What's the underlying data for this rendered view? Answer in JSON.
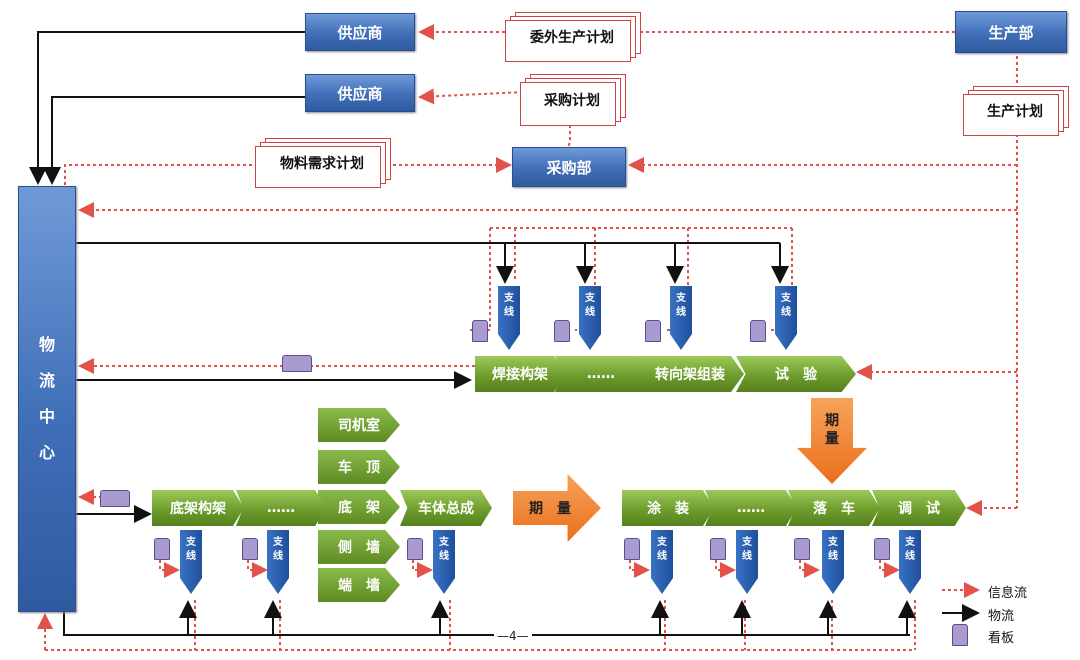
{
  "nodes": {
    "supplier_1": "供应商",
    "supplier_2": "供应商",
    "production_dept": "生产部",
    "purchasing_dept": "采购部",
    "logistics_center": [
      "物",
      "流",
      "中",
      "心"
    ]
  },
  "documents": {
    "outsourcing_plan": "委外生产计划",
    "purchase_plan": "采购计划",
    "production_plan": "生产计划",
    "material_requirement_plan": "物料需求计划"
  },
  "upper_line": [
    "焊接构架",
    "……",
    "转向架组装",
    "试　验"
  ],
  "lower_left_line": [
    "底架构架",
    "……"
  ],
  "body_parts": [
    "司机室",
    "车　顶",
    "底　架",
    "侧　墙",
    "端　墙"
  ],
  "body_assembly": "车体总成",
  "lower_right_line": [
    "涂　装",
    "……",
    "落　车",
    "调　试"
  ],
  "branch_line": [
    "支",
    "线"
  ],
  "period_label": [
    "期",
    "量"
  ],
  "period_label_horizontal": "期　量",
  "legend": {
    "info_flow": "信息流",
    "material_flow": "物流",
    "kanban": "看板"
  },
  "page_number": "—4—",
  "colors": {
    "info_flow": "#e0524a",
    "material_flow": "#111111",
    "blue_box": "#3f6fb8",
    "green_step": "#6e9d2d",
    "orange_arrow": "#e96f1c",
    "kanban": "#a99bd0"
  }
}
